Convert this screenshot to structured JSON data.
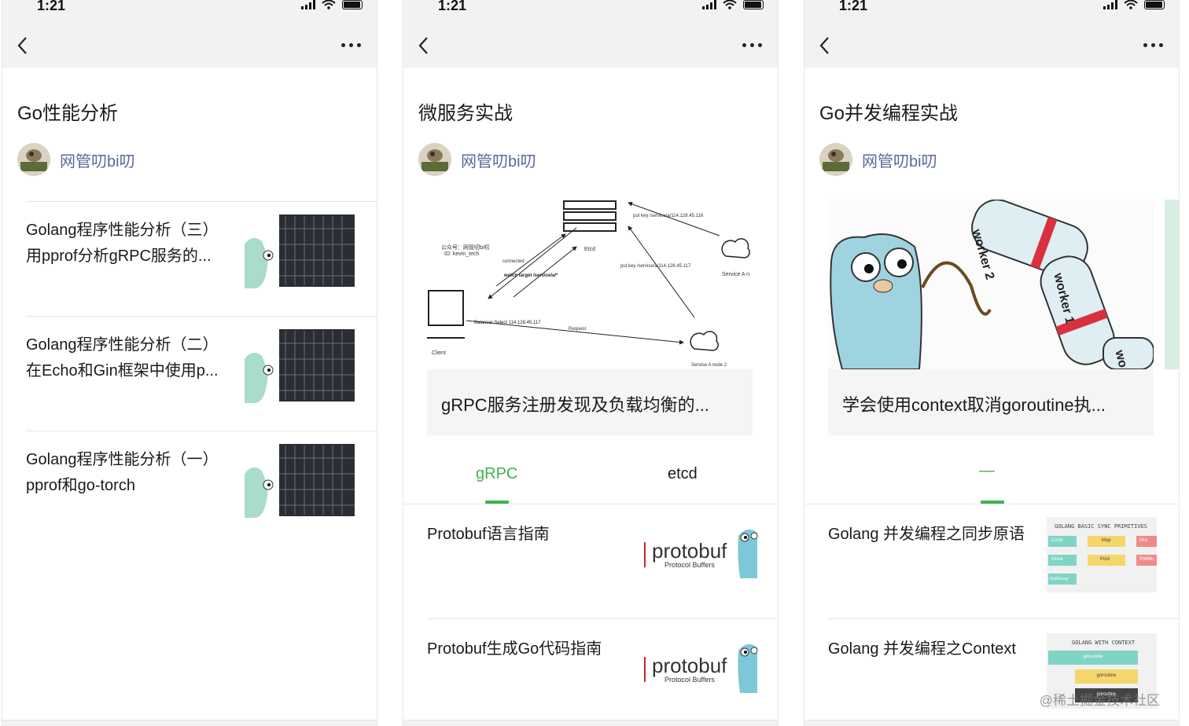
{
  "phones": [
    {
      "status_time": "1:21",
      "title": "Go性能分析",
      "author": "网管叨bi叨",
      "items": [
        {
          "title": "Golang程序性能分析（三）用pprof分析gRPC服务的..."
        },
        {
          "title": "Golang程序性能分析（二）在Echo和Gin框架中使用p..."
        },
        {
          "title": "Golang程序性能分析（一）pprof和go-torch"
        }
      ]
    },
    {
      "status_time": "1:21",
      "title": "微服务实战",
      "author": "网管叨bi叨",
      "card_caption": "gRPC服务注册发现及负载均衡的...",
      "diagram": {
        "etcd": "Etcd",
        "wechat": "公众号：网管叨bi叨",
        "id": "ID:   kevin_tech",
        "connected": "connected",
        "watch": "watch target /service/a/*",
        "put1": "put key /service/a/114.128.45.116",
        "put2": "put key /service/a/114.128.45.117",
        "service": "Service A n",
        "balancer": "Balancer Select 114.128.45.117",
        "request": "Request",
        "client": "Client",
        "service2": "Service A node 2"
      },
      "tabs": [
        "gRPC",
        "etcd"
      ],
      "active_tab": 0,
      "articles": [
        {
          "title": "Protobuf语言指南",
          "logo": "protobuf",
          "logo_sub": "Protocol Buffers"
        },
        {
          "title": "Protobuf生成Go代码指南",
          "logo": "protobuf",
          "logo_sub": "Protocol Buffers"
        }
      ]
    },
    {
      "status_time": "1:21",
      "title": "Go并发编程实战",
      "author": "网管叨bi叨",
      "card_caption": "学会使用context取消goroutine执...",
      "card_labels": [
        "worker 2",
        "worker 1",
        "wo"
      ],
      "tab_marker": "—",
      "articles": [
        {
          "title": "Golang 并发编程之同步原语",
          "thumb_title": "GOLANG BASIC SYNC PRIMITIVES",
          "thumb_chips": [
            "Cond",
            "Map",
            "Mut",
            "Once",
            "Pool",
            "RWMu",
            "WaitGroup"
          ]
        },
        {
          "title": "Golang 并发编程之Context",
          "thumb_title": "GOLANG WITH CONTEXT",
          "thumb_chips": [
            "goroutine",
            "goroutine",
            "goroutine"
          ]
        }
      ],
      "watermark": "@稀土掘金技术社区"
    }
  ],
  "colors": {
    "accent_green": "#3fb34f",
    "author_blue": "#576b95",
    "nav_bg": "#f2f2f2"
  }
}
